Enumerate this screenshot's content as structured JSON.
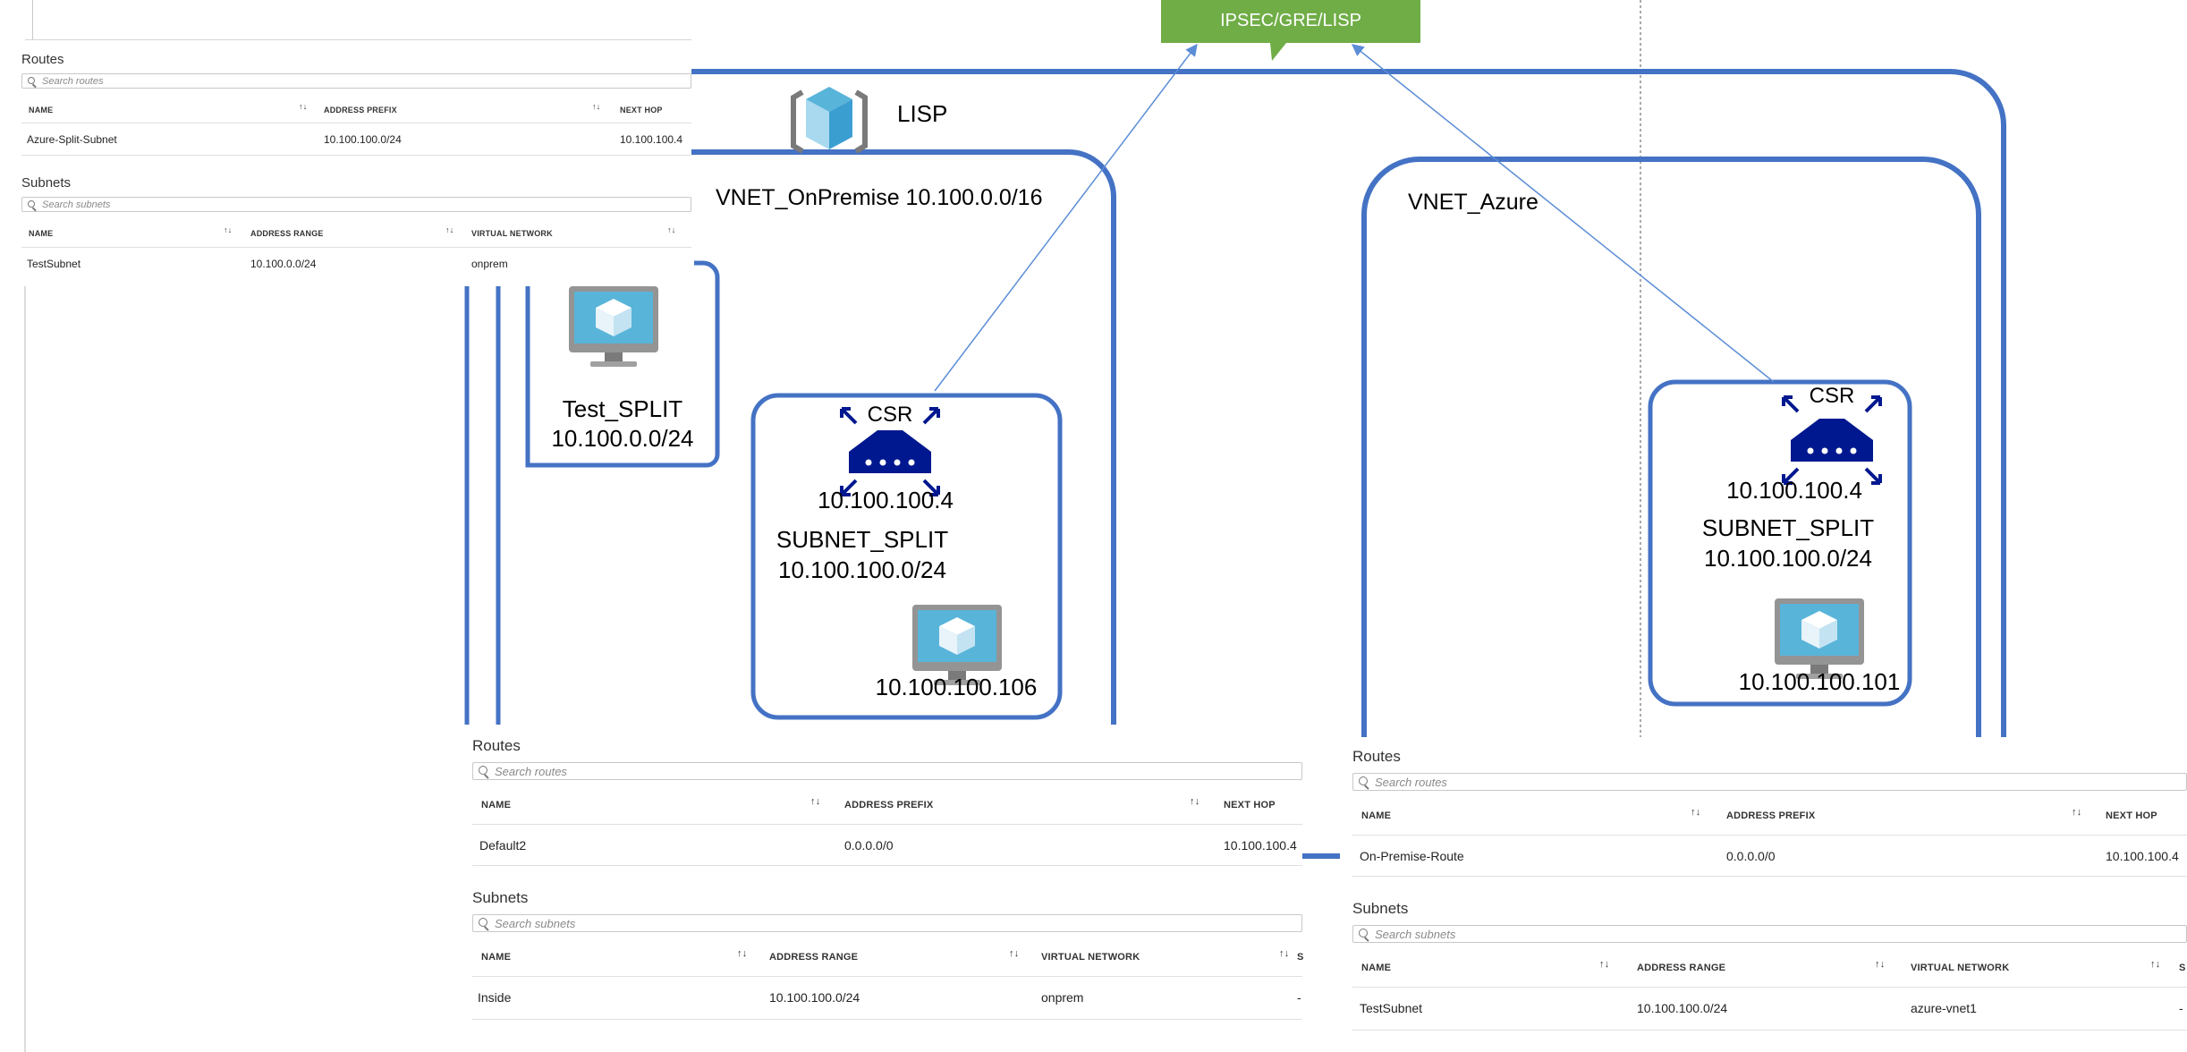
{
  "diagram": {
    "banner": "IPSEC/GRE/LISP",
    "lisp_label": "LISP",
    "vnet_onprem_label": "VNET_OnPremise 10.100.0.0/16",
    "vnet_azure_label": "VNET_Azure",
    "test_split": {
      "name": "Test_SPLIT",
      "cidr": "10.100.0.0/24"
    },
    "onprem_subnet": {
      "csr_label": "CSR",
      "csr_ip": "10.100.100.4",
      "name": "SUBNET_SPLIT",
      "cidr": "10.100.100.0/24",
      "vm_ip": "10.100.100.106"
    },
    "azure_subnet": {
      "csr_label": "CSR",
      "csr_ip": "10.100.100.4",
      "name": "SUBNET_SPLIT",
      "cidr": "10.100.100.0/24",
      "vm_ip": "10.100.100.101"
    },
    "colors": {
      "vnet_border": "#4472c4",
      "banner_bg": "#70ad47",
      "router": "#00188f",
      "vm_screen": "#59b4d9",
      "vm_frame": "#949494"
    }
  },
  "panel_topleft": {
    "routes": {
      "title": "Routes",
      "search_placeholder": "Search routes",
      "columns": [
        "NAME",
        "ADDRESS PREFIX",
        "NEXT HOP"
      ],
      "rows": [
        [
          "Azure-Split-Subnet",
          "10.100.100.0/24",
          "10.100.100.4"
        ]
      ]
    },
    "subnets": {
      "title": "Subnets",
      "search_placeholder": "Search subnets",
      "columns": [
        "NAME",
        "ADDRESS RANGE",
        "VIRTUAL NETWORK"
      ],
      "rows": [
        [
          "TestSubnet",
          "10.100.0.0/24",
          "onprem"
        ]
      ]
    }
  },
  "panel_onprem": {
    "routes": {
      "title": "Routes",
      "search_placeholder": "Search routes",
      "columns": [
        "NAME",
        "ADDRESS PREFIX",
        "NEXT HOP"
      ],
      "rows": [
        [
          "Default2",
          "0.0.0.0/0",
          "10.100.100.4"
        ]
      ]
    },
    "subnets": {
      "title": "Subnets",
      "search_placeholder": "Search subnets",
      "columns": [
        "NAME",
        "ADDRESS RANGE",
        "VIRTUAL NETWORK",
        "S"
      ],
      "rows": [
        [
          "Inside",
          "10.100.100.0/24",
          "onprem",
          "-"
        ]
      ]
    }
  },
  "panel_azure": {
    "routes": {
      "title": "Routes",
      "search_placeholder": "Search routes",
      "columns": [
        "NAME",
        "ADDRESS PREFIX",
        "NEXT HOP"
      ],
      "rows": [
        [
          "On-Premise-Route",
          "0.0.0.0/0",
          "10.100.100.4"
        ]
      ]
    },
    "subnets": {
      "title": "Subnets",
      "search_placeholder": "Search subnets",
      "columns": [
        "NAME",
        "ADDRESS RANGE",
        "VIRTUAL NETWORK",
        "S"
      ],
      "rows": [
        [
          "TestSubnet",
          "10.100.100.0/24",
          "azure-vnet1",
          "-"
        ]
      ]
    }
  }
}
